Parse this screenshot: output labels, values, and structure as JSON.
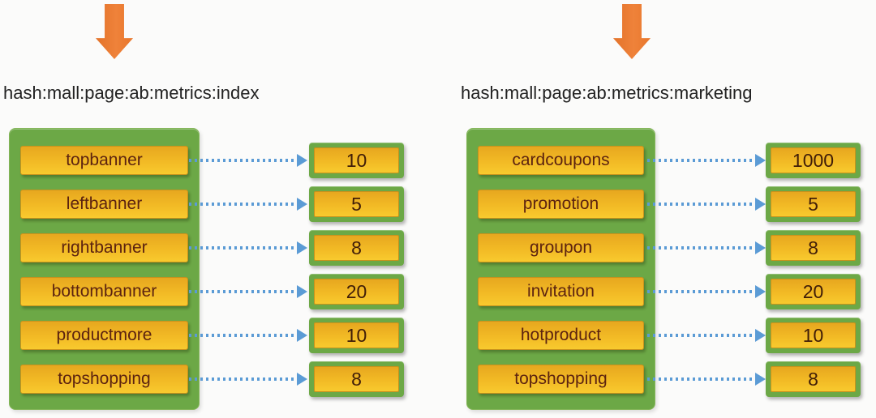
{
  "colors": {
    "panel_green": "#6ca846",
    "box_yellow": "#f2ba25",
    "box_border": "#c8921c",
    "label_text": "#5c2310",
    "connector_blue": "#5b9bd5",
    "pointer_orange": "#ed7d31",
    "title_text": "#222222",
    "background": "#fbfbfa"
  },
  "groups": [
    {
      "title": "hash:mall:page:ab:metrics:index",
      "rows": [
        {
          "label": "topbanner",
          "value": "10"
        },
        {
          "label": "leftbanner",
          "value": "5"
        },
        {
          "label": "rightbanner",
          "value": "8"
        },
        {
          "label": "bottombanner",
          "value": "20"
        },
        {
          "label": "productmore",
          "value": "10"
        },
        {
          "label": "topshopping",
          "value": "8"
        }
      ]
    },
    {
      "title": "hash:mall:page:ab:metrics:marketing",
      "rows": [
        {
          "label": "cardcoupons",
          "value": "1000"
        },
        {
          "label": "promotion",
          "value": "5"
        },
        {
          "label": "groupon",
          "value": "8"
        },
        {
          "label": "invitation",
          "value": "20"
        },
        {
          "label": "hotproduct",
          "value": "10"
        },
        {
          "label": "topshopping",
          "value": "8"
        }
      ]
    }
  ]
}
